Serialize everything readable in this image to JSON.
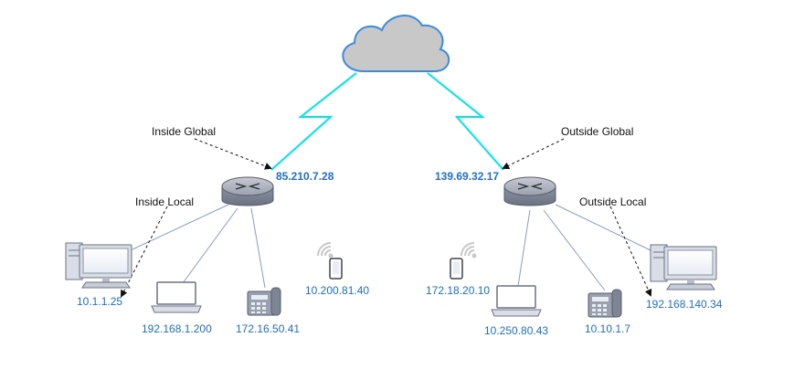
{
  "labels": {
    "inside_global": "Inside Global",
    "outside_global": "Outside Global",
    "inside_local": "Inside Local",
    "outside_local": "Outside Local"
  },
  "routers": {
    "left_ip": "85.210.7.28",
    "right_ip": "139.69.32.17"
  },
  "hosts": {
    "left_desktop": "10.1.1.25",
    "left_laptop": "192.168.1.200",
    "left_phone": "172.16.50.41",
    "left_mobile": "10.200.81.40",
    "right_mobile": "172.18.20.10",
    "right_laptop": "10.250.80.43",
    "right_phone": "10.10.1.7",
    "right_desktop": "192.168.140.34"
  },
  "colors": {
    "link": "#00e5ee",
    "ip_text": "#1f6fd1",
    "cloud_fill": "#c8c8c8",
    "cloud_stroke": "#3b8be0",
    "wire": "#8a9cc8"
  },
  "icons": [
    "cloud-icon",
    "router-icon",
    "desktop-icon",
    "laptop-icon",
    "ip-phone-icon",
    "mobile-icon",
    "wifi-icon"
  ]
}
